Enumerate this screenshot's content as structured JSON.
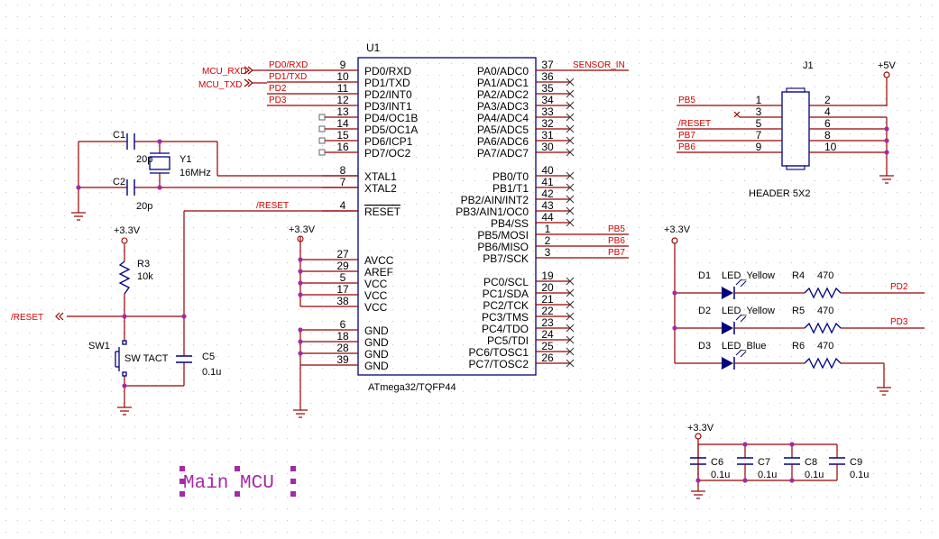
{
  "colors": {
    "wire": "#990000",
    "body": "#000080",
    "net": "#cc0000",
    "junction": "#a52aa5",
    "title": "#a52aa5",
    "grid": "#c8c8c8"
  },
  "mcu": {
    "refdes": "U1",
    "part": "ATmega32/TQFP44",
    "left_pins": [
      {
        "num": "9",
        "name": "PD0/RXD"
      },
      {
        "num": "10",
        "name": "PD1/TXD"
      },
      {
        "num": "11",
        "name": "PD2/INT0"
      },
      {
        "num": "12",
        "name": "PD3/INT1"
      },
      {
        "num": "13",
        "name": "PD4/OC1B"
      },
      {
        "num": "14",
        "name": "PD5/OC1A"
      },
      {
        "num": "15",
        "name": "PD6/ICP1"
      },
      {
        "num": "16",
        "name": "PD7/OC2"
      },
      {
        "num": "8",
        "name": "XTAL1"
      },
      {
        "num": "7",
        "name": "XTAL2"
      },
      {
        "num": "4",
        "name": "RESET"
      },
      {
        "num": "27",
        "name": "AVCC"
      },
      {
        "num": "29",
        "name": "AREF"
      },
      {
        "num": "5",
        "name": "VCC"
      },
      {
        "num": "17",
        "name": "VCC"
      },
      {
        "num": "38",
        "name": "VCC"
      },
      {
        "num": "6",
        "name": "GND"
      },
      {
        "num": "18",
        "name": "GND"
      },
      {
        "num": "28",
        "name": "GND"
      },
      {
        "num": "39",
        "name": "GND"
      }
    ],
    "right_pins": [
      {
        "num": "37",
        "name": "PA0/ADC0"
      },
      {
        "num": "36",
        "name": "PA1/ADC1"
      },
      {
        "num": "35",
        "name": "PA2/ADC2"
      },
      {
        "num": "34",
        "name": "PA3/ADC3"
      },
      {
        "num": "33",
        "name": "PA4/ADC4"
      },
      {
        "num": "32",
        "name": "PA5/ADC5"
      },
      {
        "num": "31",
        "name": "PA6/ADC6"
      },
      {
        "num": "30",
        "name": "PA7/ADC7"
      },
      {
        "num": "40",
        "name": "PB0/T0"
      },
      {
        "num": "41",
        "name": "PB1/T1"
      },
      {
        "num": "42",
        "name": "PB2/AIN/INT2"
      },
      {
        "num": "43",
        "name": "PB3/AIN1/OC0"
      },
      {
        "num": "44",
        "name": "PB4/SS"
      },
      {
        "num": "1",
        "name": "PB5/MOSI"
      },
      {
        "num": "2",
        "name": "PB6/MISO"
      },
      {
        "num": "3",
        "name": "PB7/SCK"
      },
      {
        "num": "19",
        "name": "PC0/SCL"
      },
      {
        "num": "20",
        "name": "PC1/SDA"
      },
      {
        "num": "21",
        "name": "PC2/TCK"
      },
      {
        "num": "22",
        "name": "PC3/TMS"
      },
      {
        "num": "23",
        "name": "PC4/TDO"
      },
      {
        "num": "24",
        "name": "PC5/TDI"
      },
      {
        "num": "25",
        "name": "PC6/TOSC1"
      },
      {
        "num": "26",
        "name": "PC7/TOSC2"
      }
    ]
  },
  "nets": {
    "pd0": "PD0/RXD",
    "pd1": "PD1/TXD",
    "pd2": "PD2",
    "pd3": "PD3",
    "mcu_rxd": "MCU_RXD",
    "mcu_txd": "MCU_TXD",
    "reset_wire": "/RESET",
    "reset_port": "/RESET",
    "sensor_in": "SENSOR_IN",
    "pb5": "PB5",
    "pb6": "PB6",
    "pb7": "PB7",
    "led_pd2": "PD2",
    "led_pd3": "PD3",
    "vcc_mcu": "+3.3V",
    "vcc_reset": "+3.3V",
    "vcc_led": "+3.3V",
    "vcc_decoup": "+3.3V"
  },
  "crystal": {
    "c1_ref": "C1",
    "c1_val": "20p",
    "c2_ref": "C2",
    "c2_val": "20p",
    "y1_ref": "Y1",
    "y1_val": "16MHz"
  },
  "reset_circuit": {
    "r3_ref": "R3",
    "r3_val": "10k",
    "sw_ref": "SW1",
    "sw_val": "SW TACT",
    "c5_ref": "C5",
    "c5_val": "0.1u"
  },
  "header": {
    "ref": "J1",
    "name": "HEADER 5X2",
    "vcc": "+5V",
    "left_nums": [
      "1",
      "3",
      "5",
      "7",
      "9"
    ],
    "right_nums": [
      "2",
      "4",
      "6",
      "8",
      "10"
    ],
    "left_nets": [
      "PB5",
      "",
      "/RESET",
      "PB7",
      "PB6"
    ]
  },
  "leds": [
    {
      "ref": "D1",
      "val": "LED_Yellow",
      "r_ref": "R4",
      "r_val": "470"
    },
    {
      "ref": "D2",
      "val": "LED_Yellow",
      "r_ref": "R5",
      "r_val": "470"
    },
    {
      "ref": "D3",
      "val": "LED_Blue",
      "r_ref": "R6",
      "r_val": "470"
    }
  ],
  "decoupling": [
    {
      "ref": "C6",
      "val": "0.1u"
    },
    {
      "ref": "C7",
      "val": "0.1u"
    },
    {
      "ref": "C8",
      "val": "0.1u"
    },
    {
      "ref": "C9",
      "val": "0.1u"
    }
  ],
  "sheet_title": "Main MCU"
}
